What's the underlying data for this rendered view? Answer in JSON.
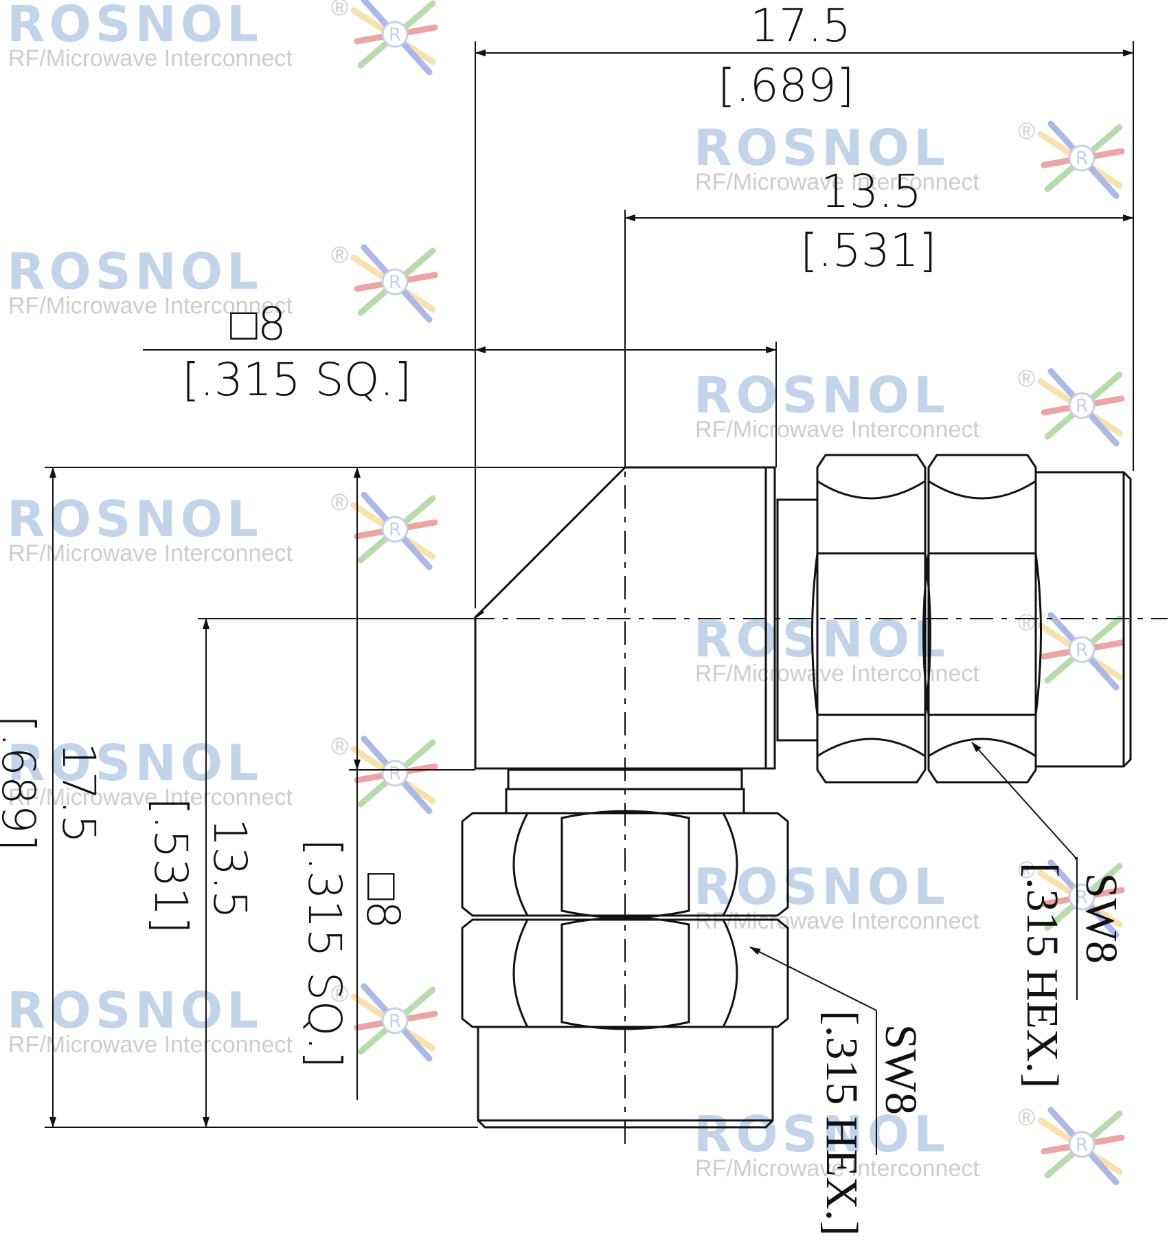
{
  "watermark": {
    "brand": "ROSNOL",
    "tagline": "RF/Microwave Interconnect",
    "registered": "®",
    "logo_letter": "R",
    "logo_colors": [
      "#f4c96b",
      "#7fbf6a",
      "#e05a5a",
      "#6a7fd0"
    ]
  },
  "dimensions": {
    "overall_width_mm": "17.5",
    "overall_width_in": "[.689]",
    "center_width_mm": "13.5",
    "center_width_in": "[.531]",
    "square_mm": "□8",
    "square_in": "[.315 SQ.]",
    "overall_height_mm": "17.5",
    "overall_height_in": "[.689]",
    "center_height_mm": "13.5",
    "center_height_in": "[.531]",
    "square_v_mm": "□8",
    "square_v_in": "[.315 SQ.]",
    "hex_right_mm": "SW8",
    "hex_right_in": "[.315 HEX.]",
    "hex_bottom_mm": "SW8",
    "hex_bottom_in": "[.315 HEX.]"
  }
}
